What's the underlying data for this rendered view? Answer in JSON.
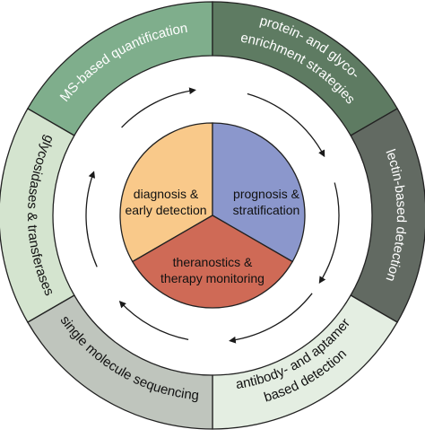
{
  "outer_segments": [
    {
      "name": "seg-ms-quantification",
      "lines": [
        "MS-based quantification"
      ],
      "fill": "#7fae8c",
      "text": "#ffffff"
    },
    {
      "name": "seg-protein-glyco",
      "lines": [
        "protein- and glyco-",
        "enrichment strategies"
      ],
      "fill": "#5e7b62",
      "text": "#ffffff"
    },
    {
      "name": "seg-lectin",
      "lines": [
        "lectin-based detection"
      ],
      "fill": "#626a62",
      "text": "#ffffff"
    },
    {
      "name": "seg-antibody-aptamer",
      "lines": [
        "antibody- and aptamer",
        "based detection"
      ],
      "fill": "#e4eee2",
      "text": "#111111"
    },
    {
      "name": "seg-single-molecule",
      "lines": [
        "single molecule sequencing"
      ],
      "fill": "#bfc5bd",
      "text": "#111111"
    },
    {
      "name": "seg-glycosidases",
      "lines": [
        "glycosidases & transferases"
      ],
      "fill": "#d4e4cf",
      "text": "#111111"
    }
  ],
  "inner_sectors": [
    {
      "name": "sector-diagnosis",
      "lines": [
        "diagnosis &",
        "early detection"
      ],
      "fill": "#f9c98a"
    },
    {
      "name": "sector-prognosis",
      "lines": [
        "prognosis &",
        "stratification"
      ],
      "fill": "#8b97cc"
    },
    {
      "name": "sector-theranostics",
      "lines": [
        "theranostics &",
        "therapy monitoring"
      ],
      "fill": "#cf6a56"
    }
  ],
  "colors": {
    "outline": "#222222",
    "arrow": "#1a1a1a"
  }
}
